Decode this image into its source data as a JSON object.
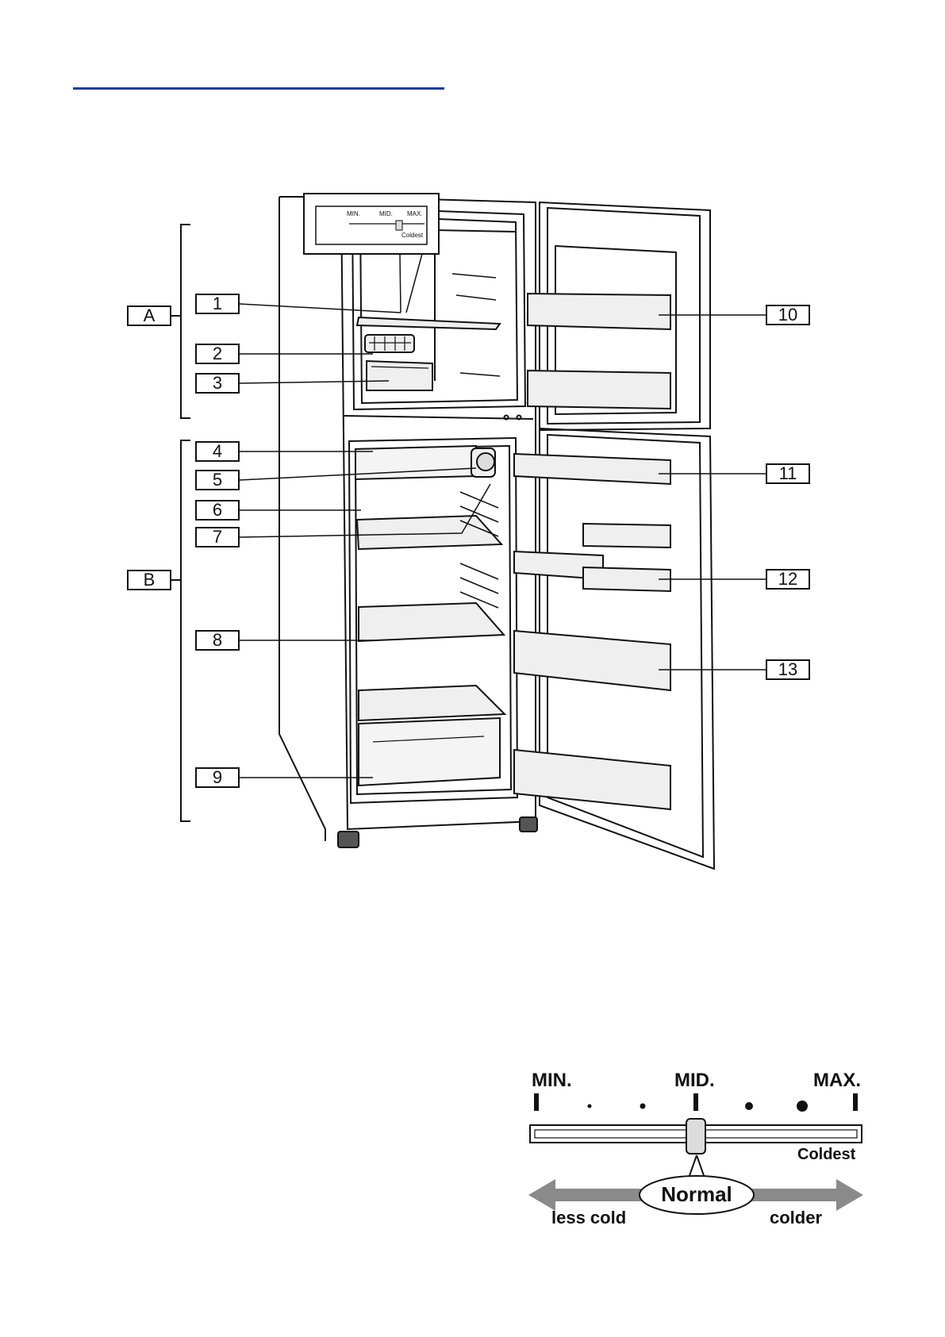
{
  "labels": {
    "A": "A",
    "B": "B",
    "n1": "1",
    "n2": "2",
    "n3": "3",
    "n4": "4",
    "n5": "5",
    "n6": "6",
    "n7": "7",
    "n8": "8",
    "n9": "9",
    "n10": "10",
    "n11": "11",
    "n12": "12",
    "n13": "13"
  },
  "inset_dial": {
    "min": "MIN.",
    "mid": "MID.",
    "max": "MAX.",
    "coldest": "Coldest"
  },
  "temperature_scale": {
    "min_label": "MIN.",
    "mid_label": "MID.",
    "max_label": "MAX.",
    "coldest_label": "Coldest",
    "normal_label": "Normal",
    "less_cold_label": "less cold",
    "colder_label": "colder",
    "marks_count": 7,
    "slider_position": 0.5
  },
  "colors": {
    "heading_rule": "#1f3f93",
    "line": "#111111",
    "arrow_fill": "#8a8a8a",
    "shelf_fill": "#efefef"
  }
}
